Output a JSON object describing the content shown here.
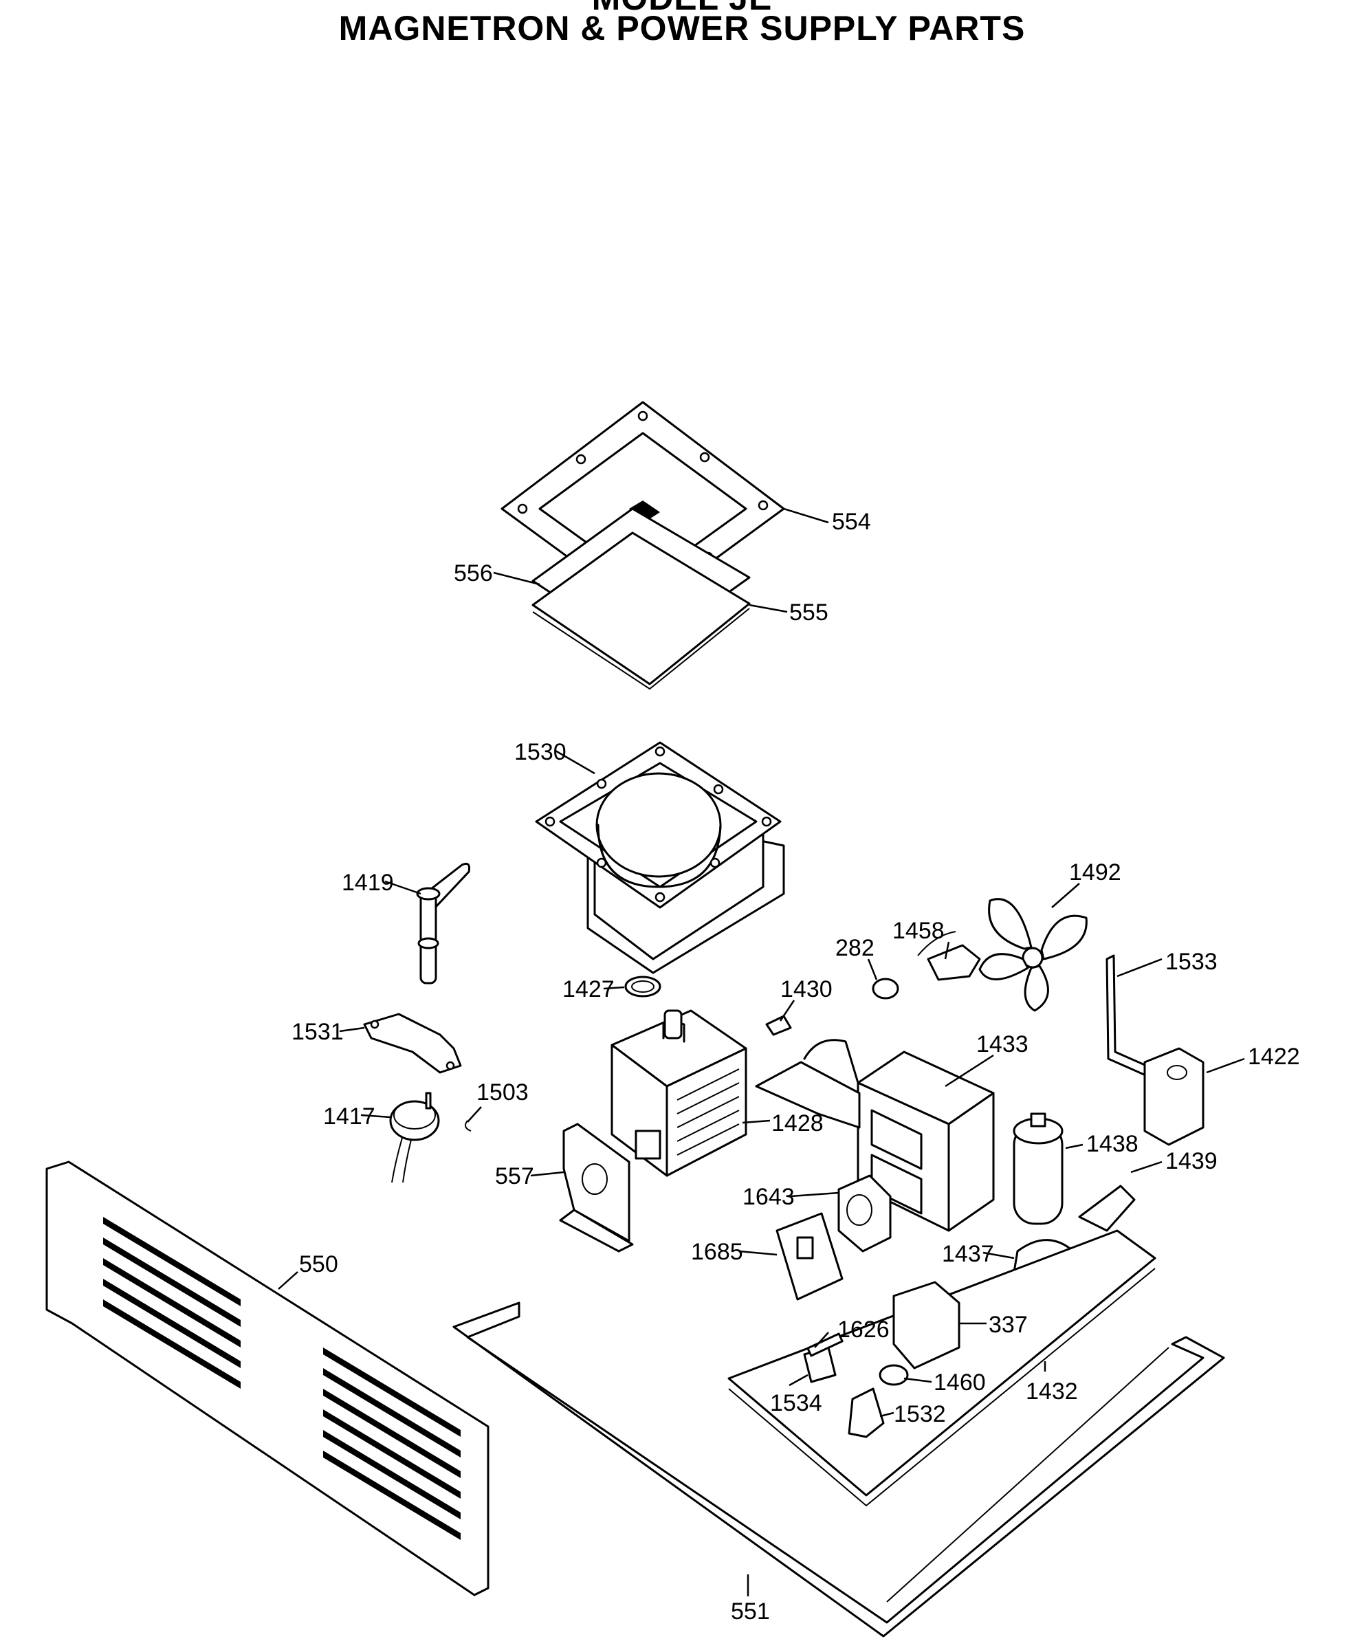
{
  "header": {
    "title_top": "MODEL JE",
    "title_main": "MAGNETRON & POWER SUPPLY PARTS"
  },
  "parts": {
    "p554": "554",
    "p556": "556",
    "p555": "555",
    "p1530": "1530",
    "p1419": "1419",
    "p1492": "1492",
    "p282": "282",
    "p1458": "1458",
    "p1533": "1533",
    "p1427": "1427",
    "p1430": "1430",
    "p1531": "1531",
    "p1433": "1433",
    "p1422": "1422",
    "p1503": "1503",
    "p1417": "1417",
    "p1428": "1428",
    "p1438": "1438",
    "p557": "557",
    "p1439": "1439",
    "p1643": "1643",
    "p1685": "1685",
    "p1437": "1437",
    "p550": "550",
    "p1626": "1626",
    "p337": "337",
    "p1460": "1460",
    "p1534": "1534",
    "p1432": "1432",
    "p1532": "1532",
    "p551": "551"
  }
}
